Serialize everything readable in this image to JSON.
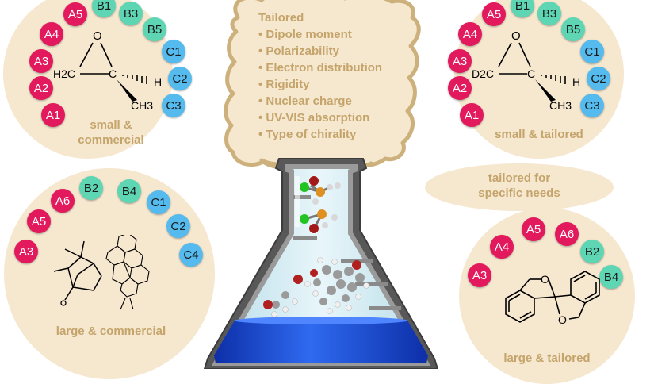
{
  "cloud": {
    "title": "Tailored",
    "items": [
      "• Dipole moment",
      "• Polarizability",
      "• Electron distribution",
      "• Rigidity",
      "• Nuclear charge",
      "• UV-VIS absorption",
      "• Type of chirality"
    ]
  },
  "panels": {
    "top_left": {
      "caption_line1": "small &",
      "caption_line2": "commercial",
      "badges": [
        "A5",
        "A4",
        "A3",
        "A2",
        "A1",
        "B1",
        "B3",
        "B5",
        "C1",
        "C2",
        "C3"
      ],
      "molecule": {
        "o": "O",
        "ch2": "H2C",
        "c": "C",
        "h": "H",
        "ch3": "CH3"
      }
    },
    "top_right": {
      "caption": "small & tailored",
      "badges": [
        "A5",
        "A4",
        "A3",
        "A2",
        "A1",
        "B1",
        "B3",
        "B5",
        "C1",
        "C2",
        "C3"
      ],
      "molecule": {
        "o": "O",
        "cd2": "D2C",
        "c": "C",
        "h": "H",
        "ch3": "CH3"
      }
    },
    "oval": {
      "line1": "tailored for",
      "line2": "specific needs"
    },
    "bottom_left": {
      "caption": "large & commercial",
      "badges": [
        "A6",
        "A5",
        "A3",
        "B2",
        "B4",
        "C1",
        "C2",
        "C4"
      ]
    },
    "bottom_right": {
      "caption": "large & tailored",
      "badges": [
        "A4",
        "A5",
        "A6",
        "A3",
        "B2",
        "B4"
      ],
      "molecule": {
        "o_top": "O",
        "o_bottom": "O"
      }
    }
  },
  "colors": {
    "panel_bg": "#f6e7cf",
    "caption": "#c4a46a",
    "badge_A": "#e2195c",
    "badge_B": "#5ed6b4",
    "badge_C": "#55bbee",
    "liquid": "#1e4fd8"
  }
}
